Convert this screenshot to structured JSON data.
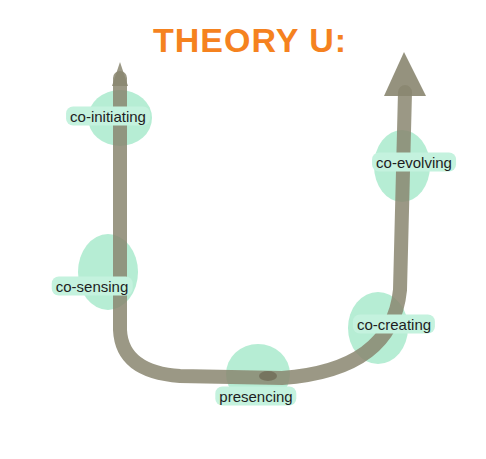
{
  "diagram": {
    "title": "THEORY U:",
    "labels": [
      "co-initiating",
      "co-sensing",
      "presencing",
      "co-creating",
      "co-evolving"
    ]
  }
}
